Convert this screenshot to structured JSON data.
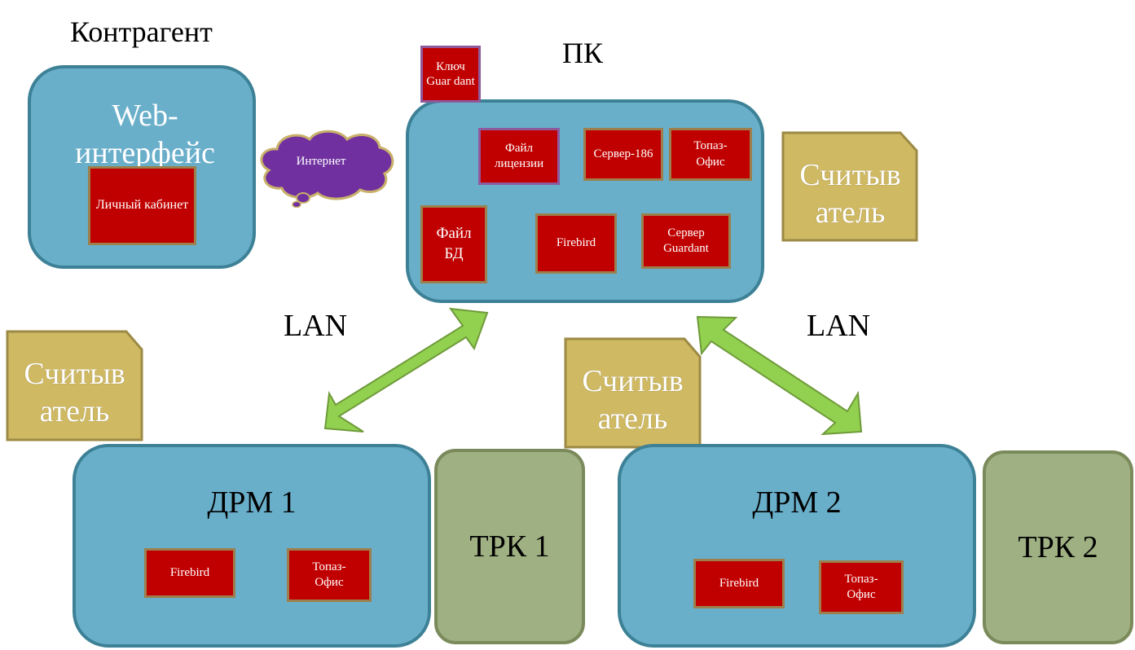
{
  "contragent": {
    "title": "Контрагент",
    "web_interface": "Web-интерфейс",
    "personal_cabinet": "Личный кабинет"
  },
  "internet": "Интернет",
  "pc": {
    "title": "ПК",
    "key": "Ключ Guar dant",
    "license_file": "Файл лицензии",
    "server_186": "Сервер-186",
    "topaz_office": "Топаз-Офис",
    "db_file": "Файл БД",
    "firebird": "Firebird",
    "server_guardant": "Сервер Guardant"
  },
  "reader_label": "Считыватель",
  "lan_left": "LAN",
  "lan_right": "LAN",
  "drm1": {
    "title": "ДРМ 1",
    "firebird": "Firebird",
    "topaz_office": "Топаз-Офис"
  },
  "drm2": {
    "title": "ДРМ 2",
    "firebird": "Firebird",
    "topaz_office": "Топаз-Офис"
  },
  "trk1": "ТРК 1",
  "trk2": "ТРК 2",
  "colors": {
    "box_blue": "#6aafca",
    "box_border": "#3d8196",
    "component_red": "#c00000",
    "reader_tan": "#cfb963",
    "trk_green": "#9fb083",
    "arrow_green": "#92d050",
    "cloud_purple": "#7030a0"
  }
}
